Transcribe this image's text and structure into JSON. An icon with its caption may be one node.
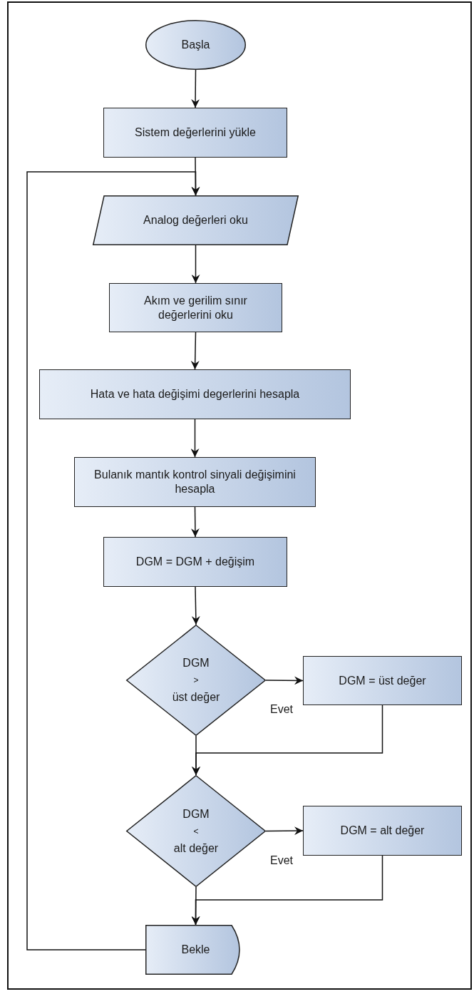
{
  "diagram": {
    "nodes": [
      {
        "text": [
          "Başla"
        ]
      },
      {
        "text": [
          "Sistem değerlerini yükle"
        ]
      },
      {
        "text": [
          "Analog değerleri oku"
        ]
      },
      {
        "text": [
          "Akım ve gerilim sınır değerlerini oku"
        ]
      },
      {
        "text": [
          "Hata ve hata değişimi degerlerini hesapla"
        ]
      },
      {
        "text": [
          "Bulanık mantık kontrol sinyali değişimini hesapla"
        ]
      },
      {
        "text": [
          "DGM = DGM + değişim"
        ]
      },
      {
        "text": [
          "DGM",
          ">",
          "üst değer"
        ]
      },
      {
        "text": [
          "DGM = üst değer"
        ]
      },
      {
        "text": [
          "DGM",
          "<",
          "alt değer"
        ]
      },
      {
        "text": [
          "DGM = alt değer"
        ]
      },
      {
        "text": [
          "Bekle"
        ]
      }
    ],
    "edges": [
      {
        "from": 0,
        "to": 1,
        "arrow": "to"
      },
      {
        "from": 1,
        "to": 2,
        "arrow": "to"
      },
      {
        "from": 11,
        "to": 2,
        "arrow": "to"
      },
      {
        "from": 2,
        "to": 3,
        "arrow": "to"
      },
      {
        "from": 3,
        "to": 4,
        "arrow": "to"
      },
      {
        "from": 4,
        "to": 5,
        "arrow": "to"
      },
      {
        "from": 5,
        "to": 6,
        "arrow": "to"
      },
      {
        "from": 6,
        "to": 7,
        "arrow": "to"
      },
      {
        "from": 7,
        "to": 8,
        "arrow": "to",
        "label": "Evet"
      },
      {
        "from": 7,
        "to": 9,
        "arrow": "to"
      },
      {
        "from": 8,
        "to": 9,
        "arrow": "to"
      },
      {
        "from": 9,
        "to": 10,
        "arrow": "to",
        "label": "Evet"
      },
      {
        "from": 9,
        "to": 11,
        "arrow": "to"
      },
      {
        "from": 10,
        "to": 11,
        "arrow": "to"
      }
    ]
  }
}
